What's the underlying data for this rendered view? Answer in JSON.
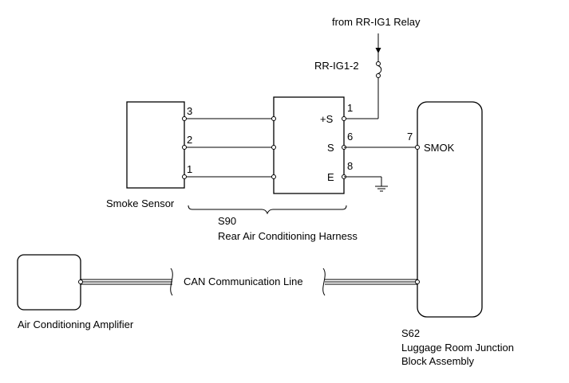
{
  "relay_source": "from RR-IG1 Relay",
  "fuse_label": "RR-IG1-2",
  "smoke_sensor": {
    "name": "Smoke Sensor",
    "pins": [
      "3",
      "2",
      "1"
    ]
  },
  "harness": {
    "code": "S90",
    "name": "Rear Air Conditioning Harness"
  },
  "connector": {
    "pins": [
      "1",
      "6",
      "8"
    ],
    "terminals": [
      "+S",
      "S",
      "E"
    ]
  },
  "junction_block": {
    "pin": "7",
    "terminal": "SMOK",
    "code": "S62",
    "name_line1": "Luggage Room Junction",
    "name_line2": "Block Assembly"
  },
  "amplifier": {
    "name": "Air Conditioning Amplifier"
  },
  "can_line": "CAN Communication Line"
}
